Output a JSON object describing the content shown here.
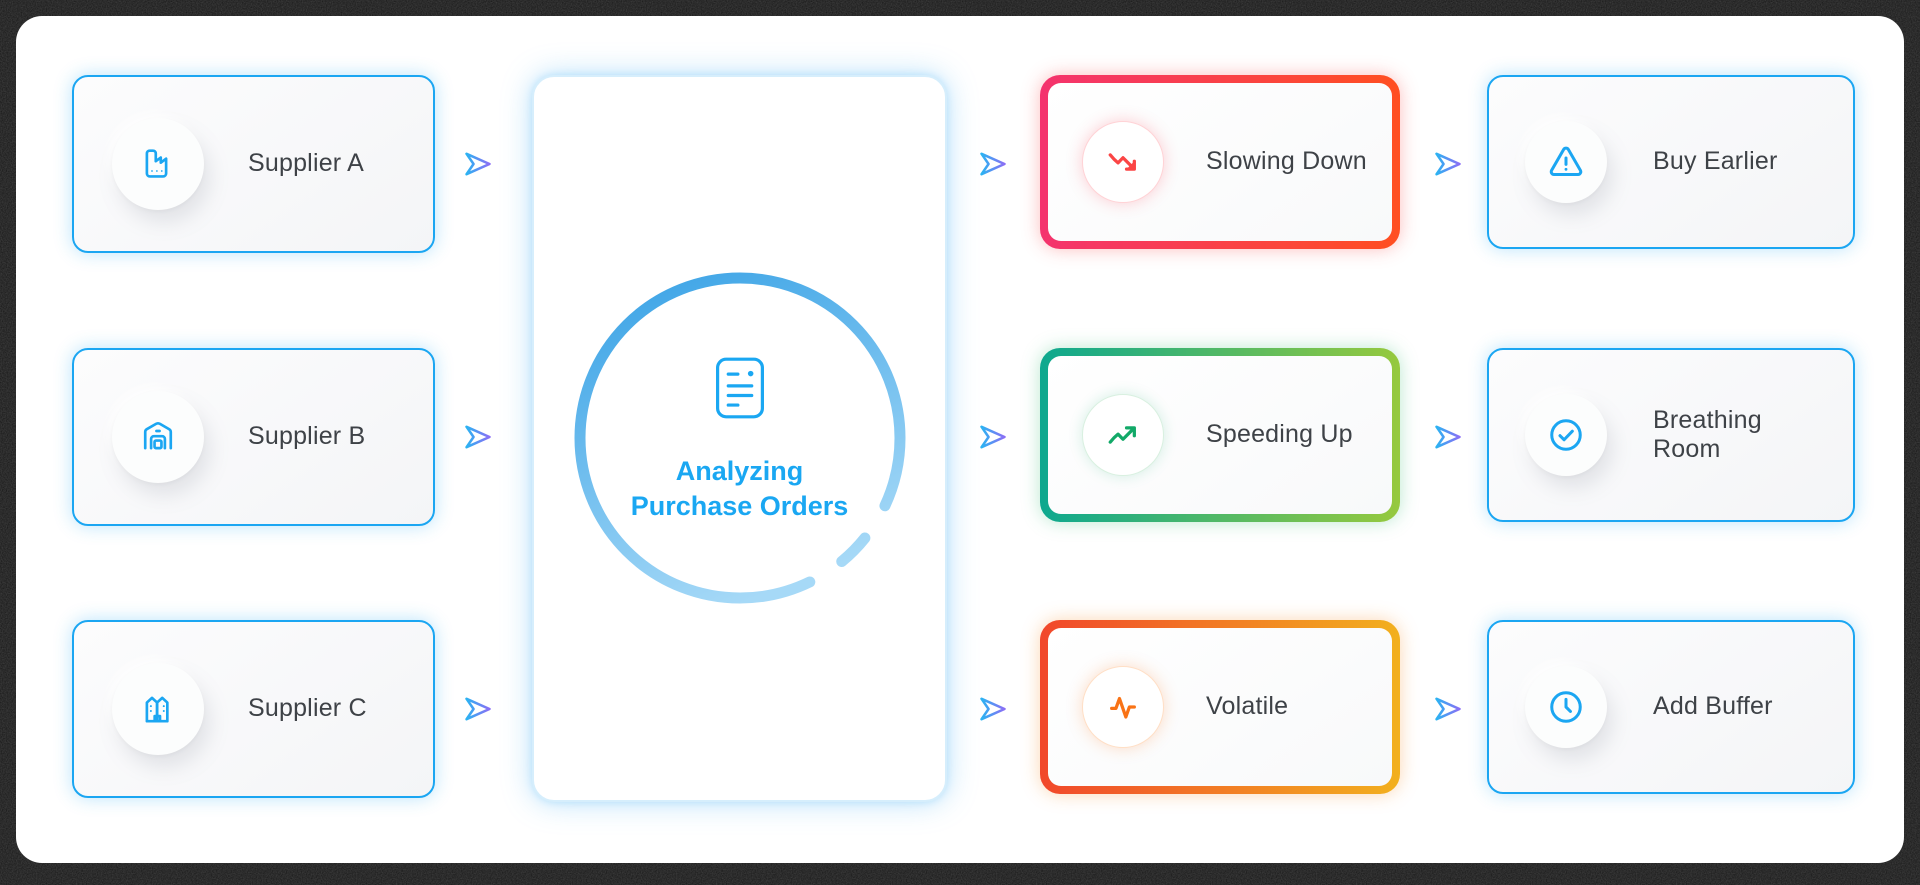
{
  "frame": {
    "background_color": "#151515"
  },
  "colors": {
    "accent_blue": "#1ba6f2",
    "text_dark": "#3e4247",
    "arrow_gradient": [
      "#2bb3f2",
      "#8b6ef5"
    ],
    "ring_gradient": [
      "#3da4e6",
      "#a6d9f7"
    ]
  },
  "suppliers": [
    {
      "label": "Supplier A",
      "icon": "factory-icon"
    },
    {
      "label": "Supplier B",
      "icon": "warehouse-icon"
    },
    {
      "label": "Supplier C",
      "icon": "buildings-icon"
    }
  ],
  "center": {
    "title_line1": "Analyzing",
    "title_line2": "Purchase Orders",
    "icon": "purchase-order-document-icon"
  },
  "trends": [
    {
      "label": "Slowing Down",
      "icon": "trending-down-icon",
      "border_gradient": [
        "#f4336e",
        "#ff4f21"
      ],
      "icon_color": "#fb4545"
    },
    {
      "label": "Speeding Up",
      "icon": "trending-up-icon",
      "border_gradient": [
        "#0da88f",
        "#96c93d"
      ],
      "icon_color": "#12a968"
    },
    {
      "label": "Volatile",
      "icon": "activity-icon",
      "border_gradient": [
        "#f1472b",
        "#f2b01e"
      ],
      "icon_color": "#f97316"
    }
  ],
  "actions": [
    {
      "label": "Buy Earlier",
      "icon": "alert-triangle-icon"
    },
    {
      "label": "Breathing Room",
      "icon": "check-circle-icon"
    },
    {
      "label": "Add Buffer",
      "icon": "clock-icon"
    }
  ]
}
